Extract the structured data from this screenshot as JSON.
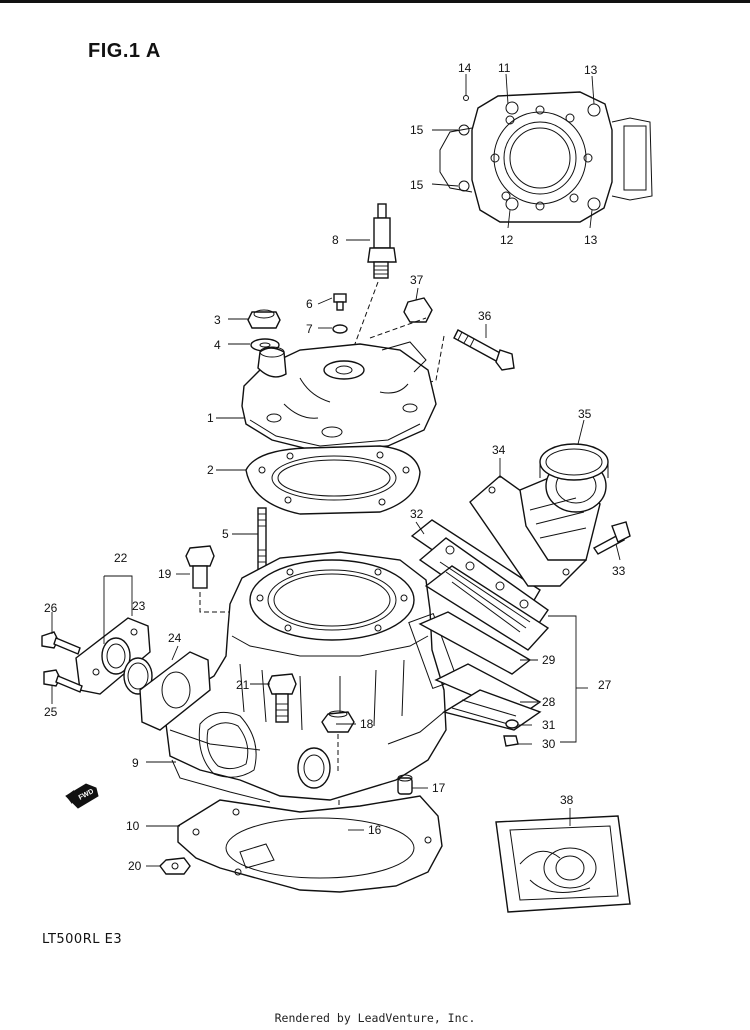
{
  "figure": {
    "title": "FIG.1 A",
    "model_code": "LT500RL  E3",
    "footer": "Rendered by LeadVenture, Inc.",
    "fwd_label": "FWD"
  },
  "callouts": [
    "1",
    "2",
    "3",
    "4",
    "5",
    "6",
    "7",
    "8",
    "9",
    "10",
    "11",
    "12",
    "13",
    "13",
    "14",
    "15",
    "15",
    "16",
    "17",
    "18",
    "19",
    "20",
    "21",
    "22",
    "23",
    "24",
    "25",
    "26",
    "27",
    "28",
    "29",
    "30",
    "31",
    "32",
    "33",
    "34",
    "35",
    "36",
    "37",
    "38"
  ]
}
